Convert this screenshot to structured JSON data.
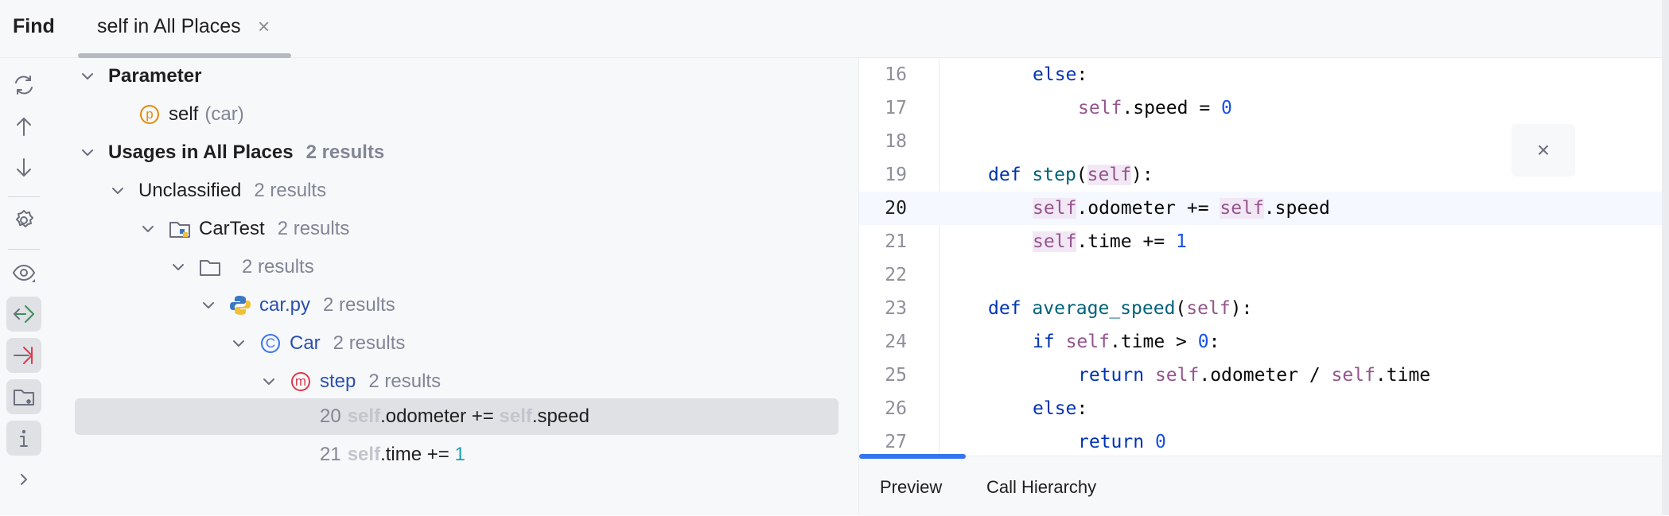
{
  "header": {
    "panel_title": "Find",
    "tab_title": "self in All Places",
    "tab_close": "×"
  },
  "toolbar": {
    "icons": [
      "rerun-icon",
      "previous-occurrence-icon",
      "next-occurrence-icon",
      "settings-icon",
      "preview-icon",
      "navigate-to-source-icon",
      "export-icon",
      "group-by-directory-icon",
      "info-icon",
      "expand-panel-icon"
    ]
  },
  "tree": {
    "parameter_group": "Parameter",
    "param_icon": "p",
    "param_name": "self",
    "param_context": "(car)",
    "usages_group": "Usages in All Places",
    "usages_count": "2 results",
    "unclassified": "Unclassified",
    "unclassified_count": "2 results",
    "module": "CarTest",
    "module_count": "2 results",
    "folder_count": "2 results",
    "file": "car.py",
    "file_count": "2 results",
    "class_icon": "C",
    "class_name": "Car",
    "class_count": "2 results",
    "method_icon": "m",
    "method_name": "step",
    "method_count": "2 results",
    "usage1": {
      "line": "20",
      "kw1": "self",
      "mid": ".odometer += ",
      "kw2": "self",
      "rest": ".speed"
    },
    "usage2": {
      "line": "21",
      "kw1": "self",
      "mid": ".time += ",
      "num": "1"
    }
  },
  "code": {
    "line_numbers": [
      "16",
      "17",
      "18",
      "19",
      "20",
      "21",
      "22",
      "23",
      "24",
      "25",
      "26",
      "27"
    ],
    "current_line": "20",
    "close_popup": "×"
  },
  "bottom_tabs": {
    "preview": "Preview",
    "call_hierarchy": "Call Hierarchy"
  },
  "colors": {
    "keyword": "#0033b3",
    "self": "#94558d",
    "number": "#1750eb",
    "function": "#00627a",
    "selection": "#dfe1e5",
    "accent": "#3574f0"
  }
}
